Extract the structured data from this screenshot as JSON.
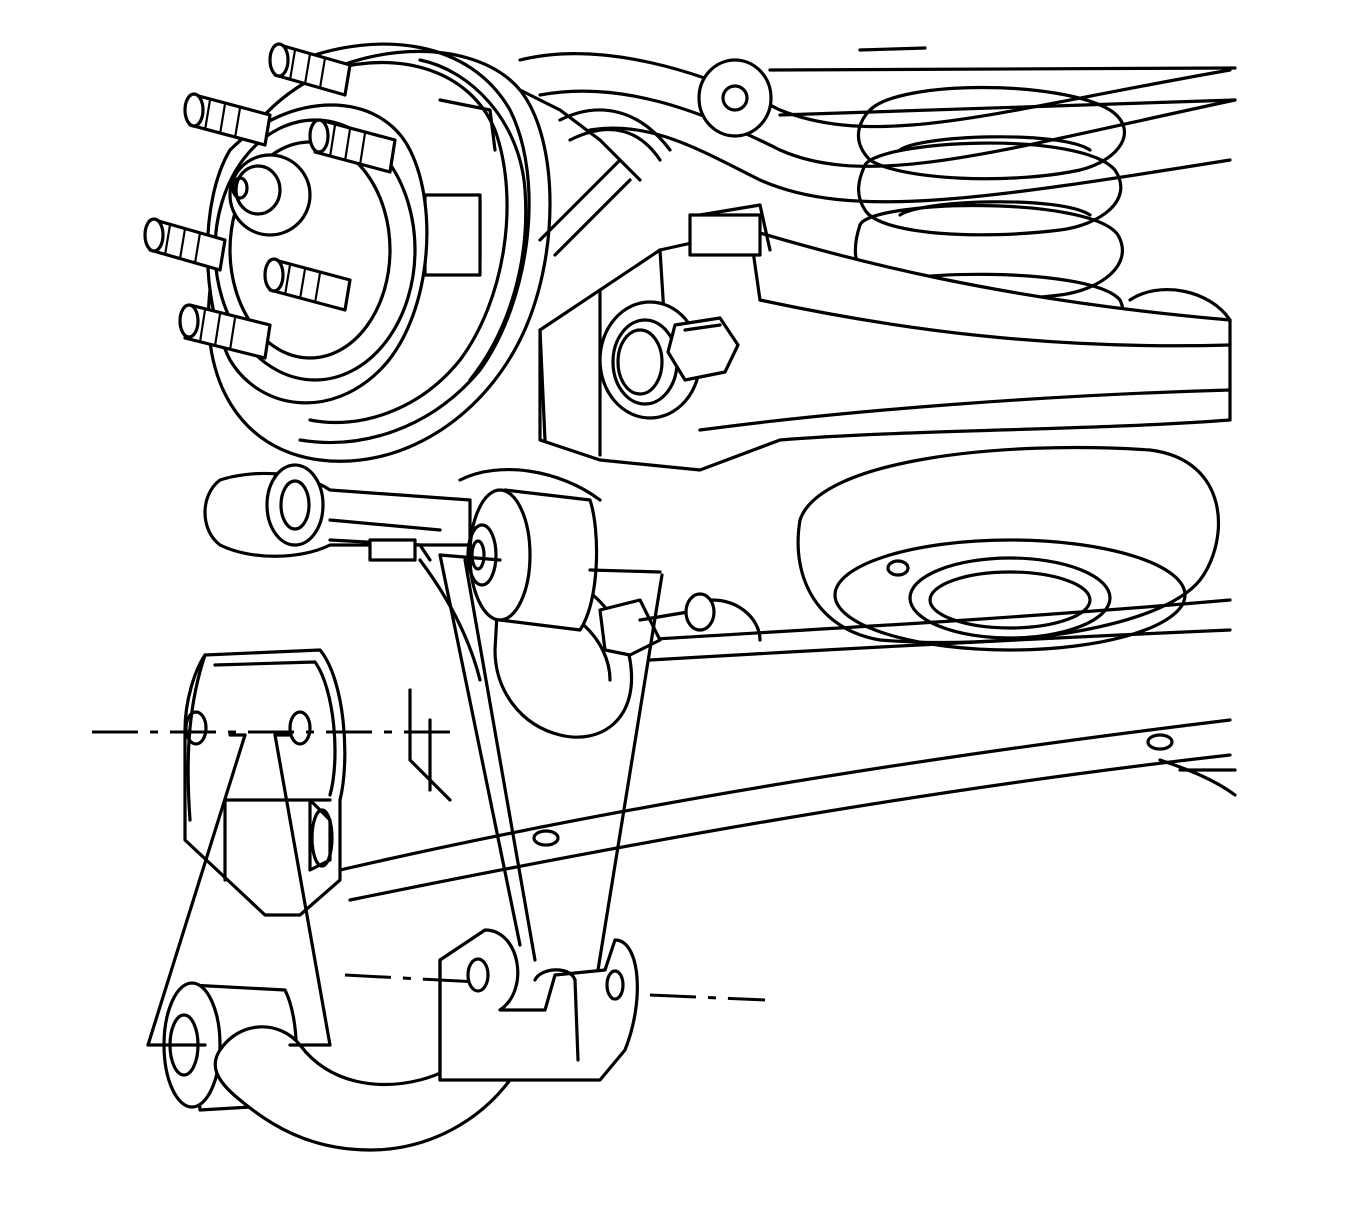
{
  "diagram": {
    "style": "black line art on white",
    "colors": {
      "line": "#000000",
      "background": "#ffffff"
    },
    "components": [
      "wheel-hub",
      "wheel-studs",
      "brake-backing-plate",
      "coil-spring",
      "lower-control-arm",
      "spring-seat",
      "crossmember",
      "stabilizer-bar",
      "stabilizer-bushing",
      "stabilizer-link",
      "stabilizer-bracket",
      "link-bushing",
      "mounting-bolt",
      "centerline-leaders"
    ]
  }
}
